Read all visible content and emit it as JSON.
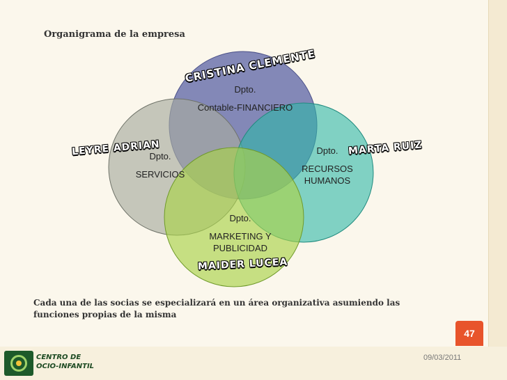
{
  "slide": {
    "title": "Organigrama de la empresa",
    "caption": "Cada una de las socias se especializará en un área organizativa asumiendo las funciones propias de la misma",
    "page_number": "47",
    "date": "09/03/2011",
    "center_name_line1": "CENTRO DE",
    "center_name_line2": "OCIO-INFANTIL"
  },
  "departments": {
    "top": {
      "line1": "Dpto.",
      "line2": "Contable-FINANCIERO",
      "color": "#6d74ae"
    },
    "left": {
      "line1": "Dpto.",
      "line2": "SERVICIOS",
      "color": "#a8aca0"
    },
    "right": {
      "line1": "Dpto.",
      "line2": "RECURSOS",
      "line3": "HUMANOS",
      "color": "#2fb7a8"
    },
    "bottom": {
      "line1": "Dpto.",
      "line2": "MARKETING Y",
      "line3": "PUBLICIDAD",
      "color": "#a9d34a"
    }
  },
  "people": {
    "top": "CRISTINA CLEMENTE",
    "left": "LEYRE ADRIAN",
    "right": "MARTA RUIZ",
    "bottom": "MAIDER LUCEA"
  }
}
